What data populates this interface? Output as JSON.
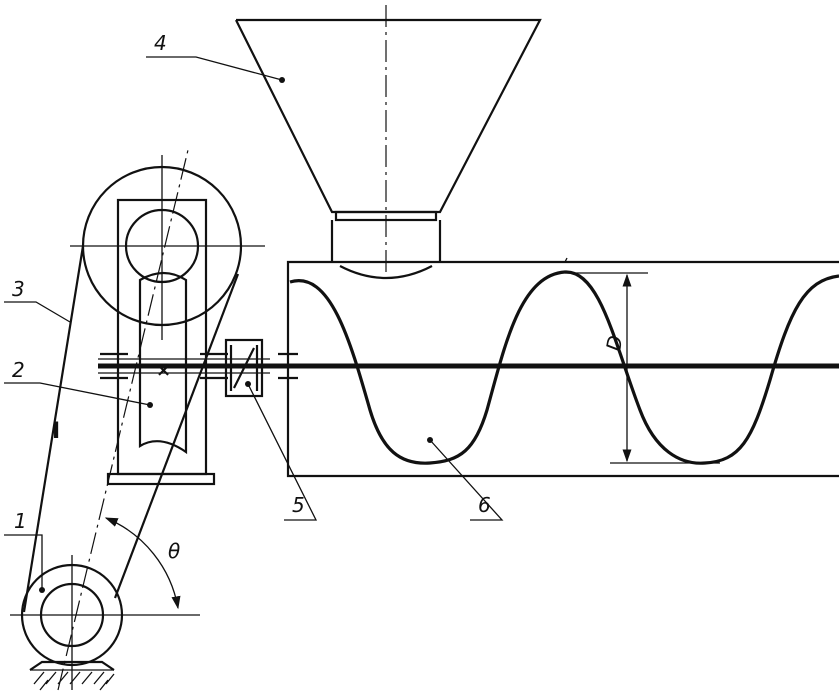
{
  "labels": {
    "item1": "1",
    "item2": "2",
    "item3": "3",
    "item4": "4",
    "item5": "5",
    "item6": "6",
    "roman": "I",
    "diameter": "D",
    "angle": "θ",
    "cross": "×"
  }
}
